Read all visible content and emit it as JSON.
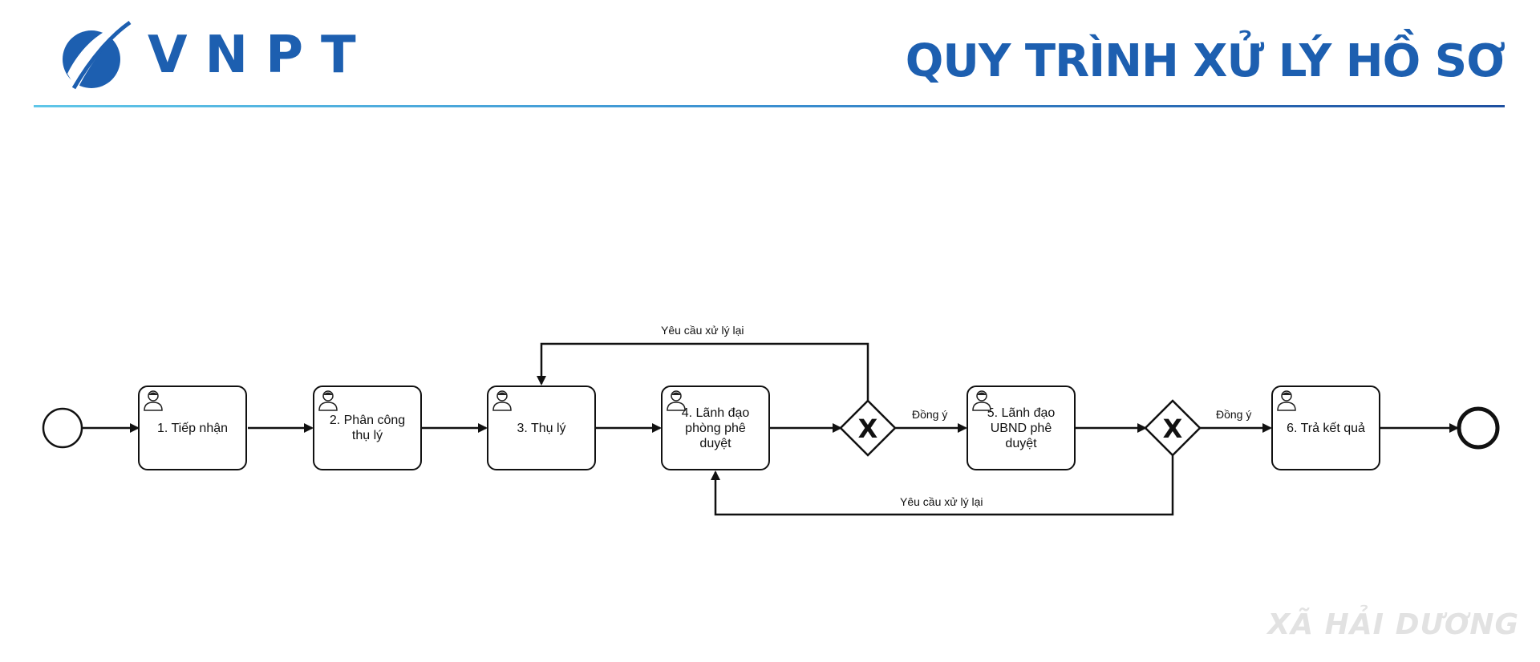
{
  "header": {
    "logo_text": "VNPT",
    "title": "QUY TRÌNH XỬ LÝ HỒ SƠ"
  },
  "colors": {
    "brand_blue": "#1d5fb0",
    "line_start": "#5fc6e8",
    "line_end": "#1d4fa0"
  },
  "diagram": {
    "tasks": [
      {
        "label": "1. Tiếp nhận"
      },
      {
        "label": "2. Phân công thụ lý"
      },
      {
        "label": "3. Thụ lý"
      },
      {
        "label": "4. Lãnh đạo phòng phê duyệt"
      },
      {
        "label": "5. Lãnh đạo UBND phê duyệt"
      },
      {
        "label": "6. Trả kết quả"
      }
    ],
    "edges": {
      "approve_1": "Đồng ý",
      "approve_2": "Đồng ý",
      "rework_1": "Yêu cầu xử lý lại",
      "rework_2": "Yêu cầu xử lý lại"
    },
    "gateway_symbol": "X"
  },
  "watermark": "XÃ HẢI DƯƠNG"
}
